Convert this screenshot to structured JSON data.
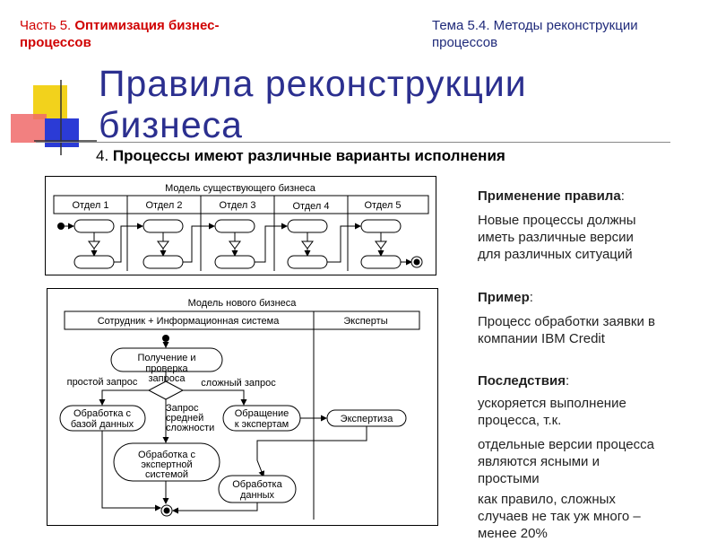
{
  "header": {
    "part_prefix": "Часть 5.",
    "part_title_line1": "Оптимизация бизнес-",
    "part_title_line2": "процессов",
    "topic_line1": "Тема 5.4. Методы реконструкции",
    "topic_line2": "процессов"
  },
  "slide": {
    "title_line1": "Правила реконструкции",
    "title_line2": "бизнеса",
    "subtitle_num": "4.",
    "subtitle_text": "Процессы имеют различные варианты исполнения"
  },
  "diagram_existing": {
    "title": "Модель существующего бизнеса",
    "departments": [
      "Отдел 1",
      "Отдел 2",
      "Отдел 3",
      "Отдел 4",
      "Отдел 5"
    ]
  },
  "diagram_new": {
    "title": "Модель нового бизнеса",
    "lane_left": "Сотрудник + Информационная система",
    "lane_right": "Эксперты",
    "node_receive": [
      "Получение и",
      "проверка",
      "запроса"
    ],
    "branch_simple": "простой запрос",
    "branch_complex": "сложный запрос",
    "branch_medium": [
      "Запрос",
      "средней",
      "сложности"
    ],
    "node_db": [
      "Обработка с",
      "базой данных"
    ],
    "node_to_experts": [
      "Обращение",
      "к экспертам"
    ],
    "node_expertise": "Экспертиза",
    "node_expert_sys": [
      "Обработка с",
      "экспертной",
      "системой"
    ],
    "node_data": [
      "Обработка",
      "данных"
    ]
  },
  "right_panel": {
    "application_label": "Применение правила",
    "application_text": "Новые процессы должны иметь различные версии для различных ситуаций",
    "example_label": "Пример",
    "example_text": "Процесс обработки заявки в компании IBM Credit",
    "consequences_label": "Последствия",
    "consequence_1": "ускоряется выполнение процесса, т.к.",
    "consequence_2": "отдельные версии процесса являются ясными и простыми",
    "consequence_3": "как правило, сложных случаев не так уж много – менее 20%"
  },
  "colors": {
    "title": "#2b2f8f",
    "accent_red": "#d00000",
    "deco_yellow": "#f2d21c",
    "deco_blue": "#2b3bd6",
    "deco_red": "#f06a6a"
  }
}
